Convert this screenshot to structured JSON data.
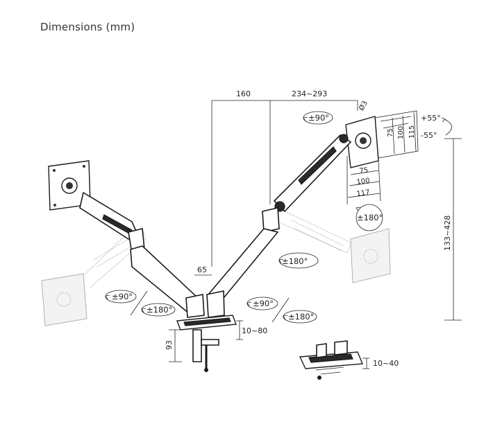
{
  "header": {
    "title": "Dimensions (mm)"
  },
  "dimensions": {
    "arm_span_left": "160",
    "arm_span_right": "234~293",
    "tilt_up": "+55°",
    "tilt_down": "-55°",
    "height_range": "133~428",
    "pole_offset": "65",
    "clamp_thickness": "10~80",
    "grommet_thickness": "10~40",
    "clamp_height": "93",
    "vesa_75": "75",
    "vesa_100": "100",
    "vesa_115": "115",
    "vesa_117": "117",
    "hole_diameter": "Ø3"
  },
  "rotations": {
    "top_swivel": "±90°",
    "vesa_rotate": "±180°",
    "right_arm": "±180°",
    "left_swivel": "±90°",
    "left_arm": "±180°",
    "mid_swivel": "±90°",
    "base_rotate": "±180°"
  }
}
